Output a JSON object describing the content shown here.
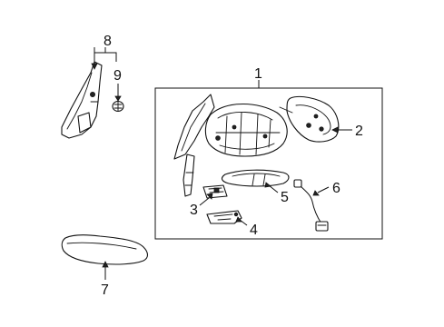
{
  "diagram": {
    "callouts": [
      {
        "id": "1",
        "label": "1"
      },
      {
        "id": "2",
        "label": "2"
      },
      {
        "id": "3",
        "label": "3"
      },
      {
        "id": "4",
        "label": "4"
      },
      {
        "id": "5",
        "label": "5"
      },
      {
        "id": "6",
        "label": "6"
      },
      {
        "id": "7",
        "label": "7"
      },
      {
        "id": "8",
        "label": "8"
      },
      {
        "id": "9",
        "label": "9"
      }
    ],
    "colors": {
      "line": "#111111",
      "background": "#ffffff"
    }
  }
}
